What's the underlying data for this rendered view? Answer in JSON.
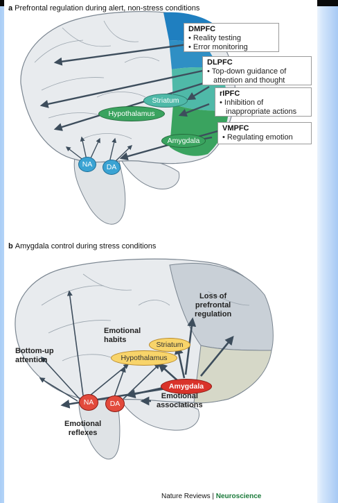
{
  "panel_a": {
    "letter": "a",
    "title": "Prefrontal regulation during alert, non-stress conditions",
    "boxes": {
      "dmpfc": {
        "heading": "DMPFC",
        "lines": [
          "• Reality testing",
          "• Error monitoring"
        ]
      },
      "dlpfc": {
        "heading": "DLPFC",
        "lines": [
          "• Top-down guidance of",
          "attention and thought"
        ]
      },
      "rlpfc": {
        "heading": "rIPFC",
        "lines": [
          "• Inhibition of",
          "inappropriate actions"
        ]
      },
      "vmpfc": {
        "heading": "VMPFC",
        "lines": [
          "• Regulating emotion"
        ]
      }
    },
    "regions": {
      "striatum": "Striatum",
      "hypothalamus": "Hypothalamus",
      "amygdala": "Amygdala",
      "na": "NA",
      "da": "DA"
    },
    "colors": {
      "dmpfc": "#1f7fc0",
      "rlpfc": "#4fb9a8",
      "vmpfc": "#3aa35f",
      "na_da": "#3aa3d3"
    }
  },
  "panel_b": {
    "letter": "b",
    "title": "Amygdala control during stress conditions",
    "labels": {
      "loss": [
        "Loss of",
        "prefrontal",
        "regulation"
      ],
      "emotional_habits": [
        "Emotional",
        "habits"
      ],
      "bottom_up": [
        "Bottom-up",
        "attention"
      ],
      "emotional_associations": [
        "Emotional",
        "associations"
      ],
      "emotional_reflexes": [
        "Emotional",
        "reflexes"
      ]
    },
    "regions": {
      "striatum": "Striatum",
      "hypothalamus": "Hypothalamus",
      "amygdala": "Amygdala",
      "na": "NA",
      "da": "DA"
    },
    "colors": {
      "amygdala": "#d9332a",
      "na_da": "#e24a3c",
      "yellow": "#f8d46a"
    }
  },
  "footer": {
    "journal": "Nature Reviews",
    "separator": "|",
    "section": "Neuroscience"
  }
}
